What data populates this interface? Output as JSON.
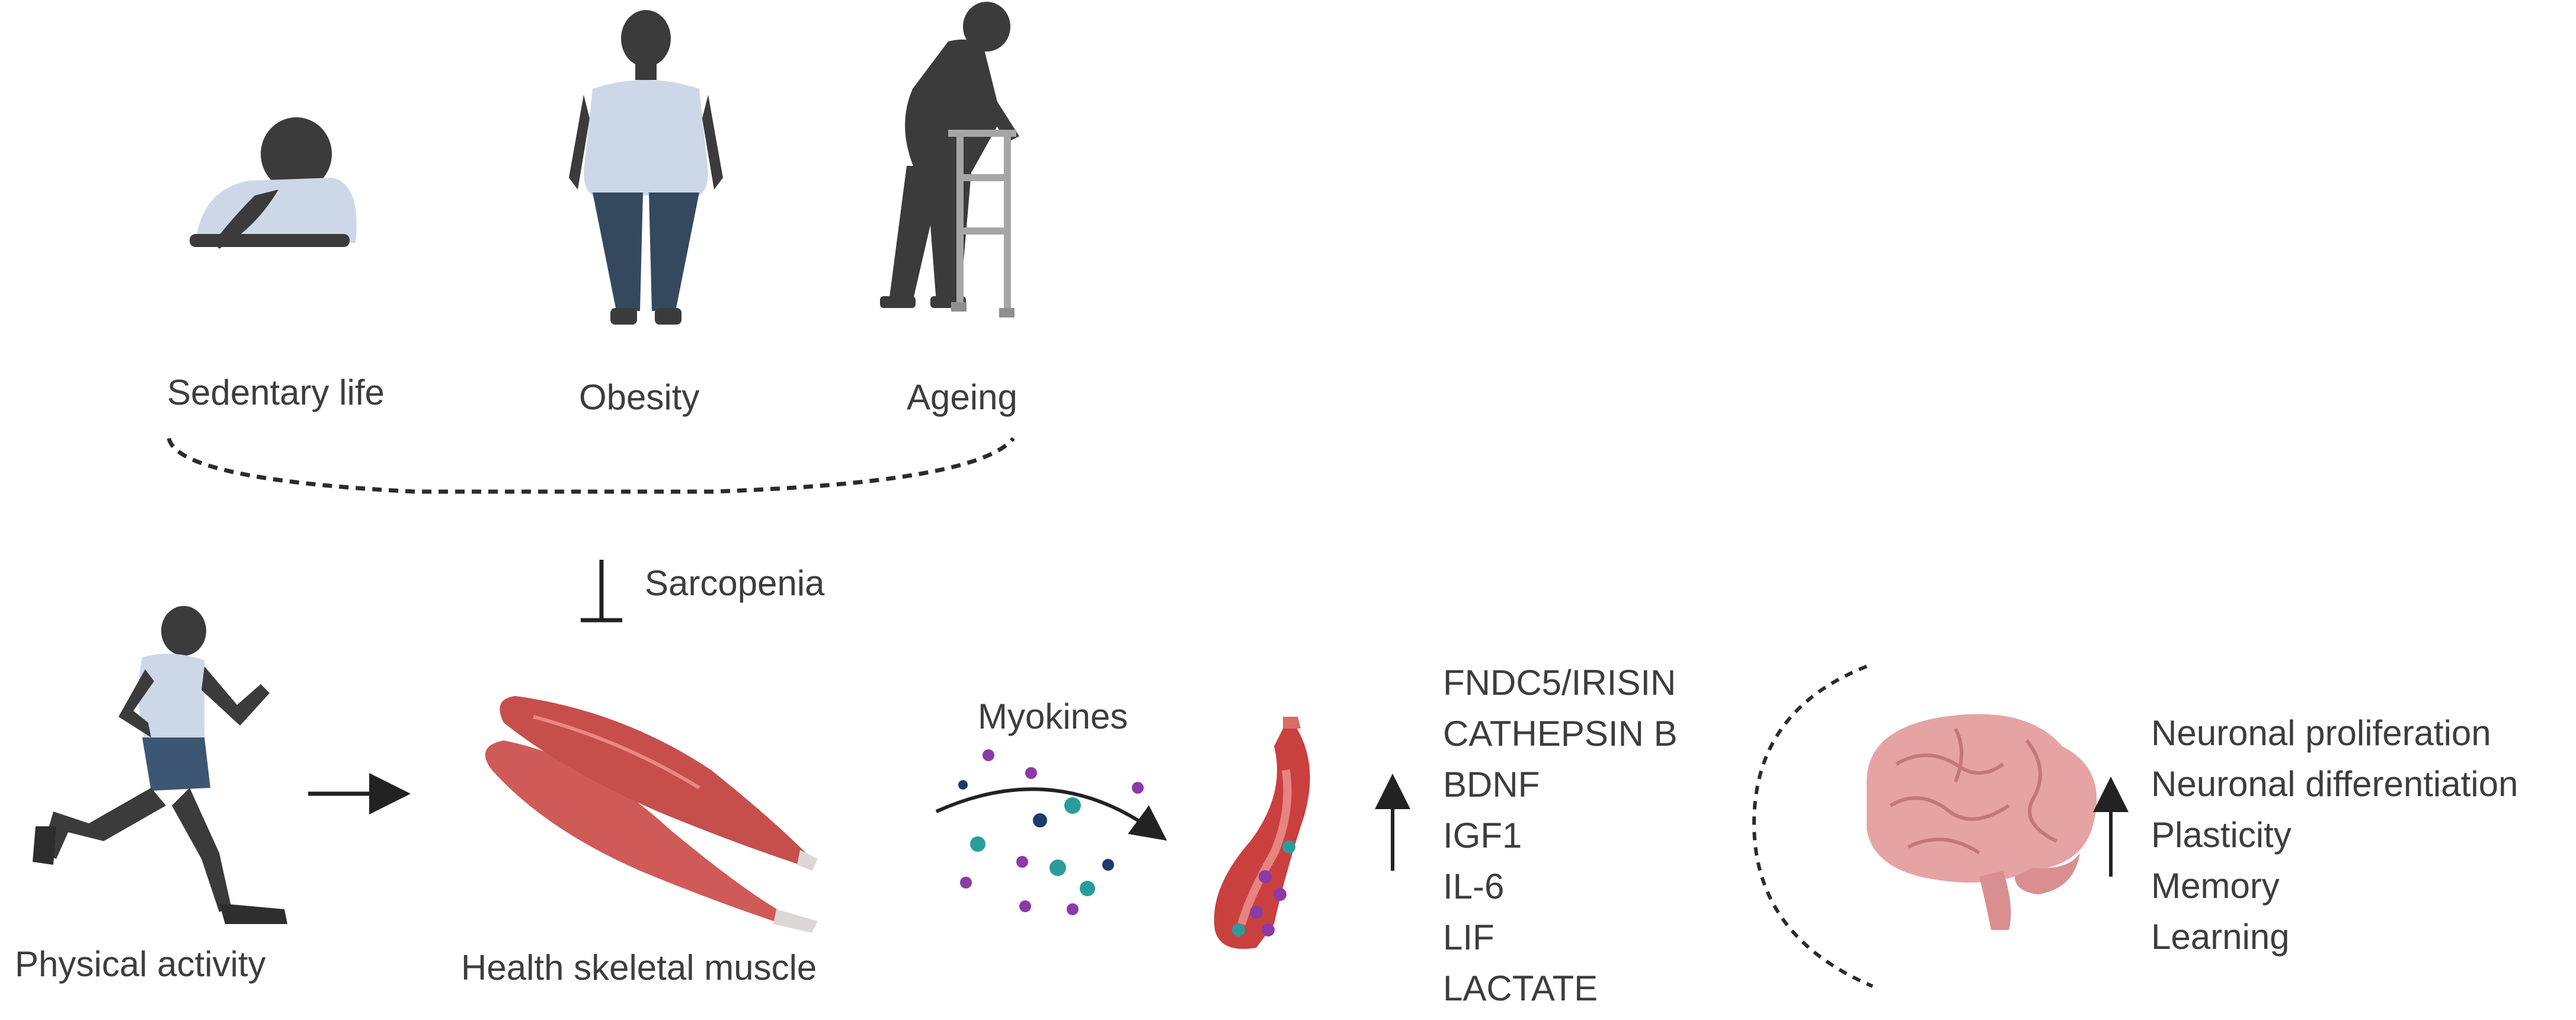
{
  "risk_factors": {
    "items": [
      {
        "label": "Sedentary life",
        "icon": "sitting-person-icon"
      },
      {
        "label": "Obesity",
        "icon": "obese-person-icon"
      },
      {
        "label": "Ageing",
        "icon": "elderly-walker-icon"
      }
    ]
  },
  "inhibition": {
    "label": "Sarcopenia"
  },
  "flow": {
    "activity_label": "Physical activity",
    "muscle_label": "Health skeletal muscle",
    "myokines_label": "Myokines"
  },
  "myokine_list": [
    "FNDC5/IRISIN",
    "CATHEPSIN B",
    "BDNF",
    "IGF1",
    "IL-6",
    "LIF",
    "LACTATE"
  ],
  "brain_effects": [
    "Neuronal proliferation",
    "Neuronal differentiation",
    "Plasticity",
    "Memory",
    "Learning"
  ],
  "colors": {
    "silhouette": "#3b3b3b",
    "shirt": "#ccd8e8",
    "jeans": "#34495e",
    "shorts": "#3d5673",
    "muscle": "#d05a57",
    "vessel": "#c9403f",
    "brain": "#e6a3a3",
    "dot_purple": "#8b3aa8",
    "dot_teal": "#2a9d9b",
    "dot_navy": "#1e3a6e"
  }
}
